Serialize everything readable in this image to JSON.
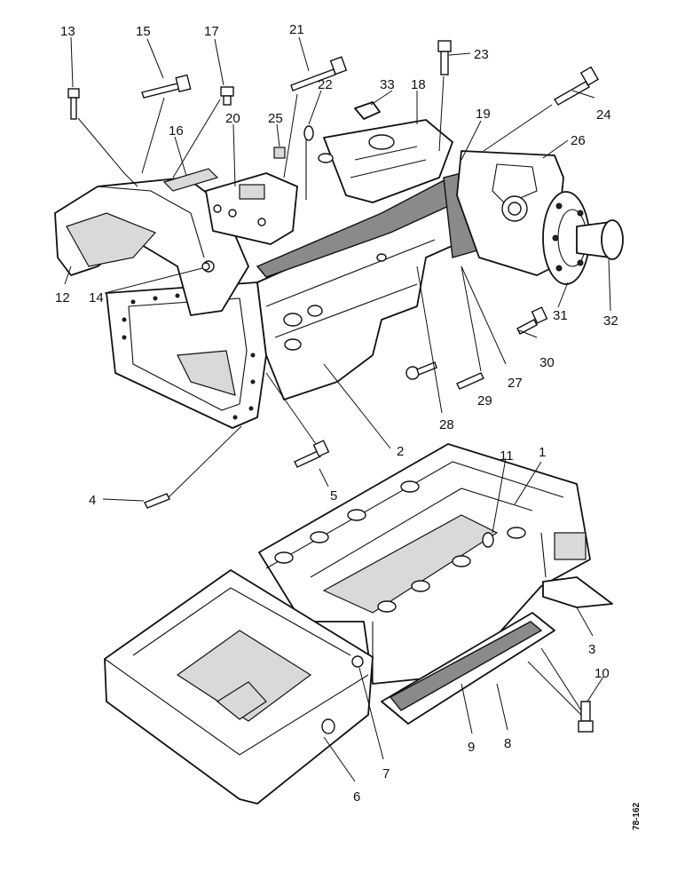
{
  "drawing": {
    "code": "78-162",
    "callouts": {
      "c1": "1",
      "c2": "2",
      "c3": "3",
      "c4": "4",
      "c5": "5",
      "c6": "6",
      "c7": "7",
      "c8": "8",
      "c9": "9",
      "c10": "10",
      "c11": "11",
      "c12": "12",
      "c13": "13",
      "c14": "14",
      "c15": "15",
      "c16": "16",
      "c17": "17",
      "c18": "18",
      "c19": "19",
      "c20": "20",
      "c21": "21",
      "c22": "22",
      "c23": "23",
      "c24": "24",
      "c25": "25",
      "c26": "26",
      "c27": "27",
      "c28": "28",
      "c29": "29",
      "c30": "30",
      "c31": "31",
      "c32": "32",
      "c33": "33"
    }
  }
}
